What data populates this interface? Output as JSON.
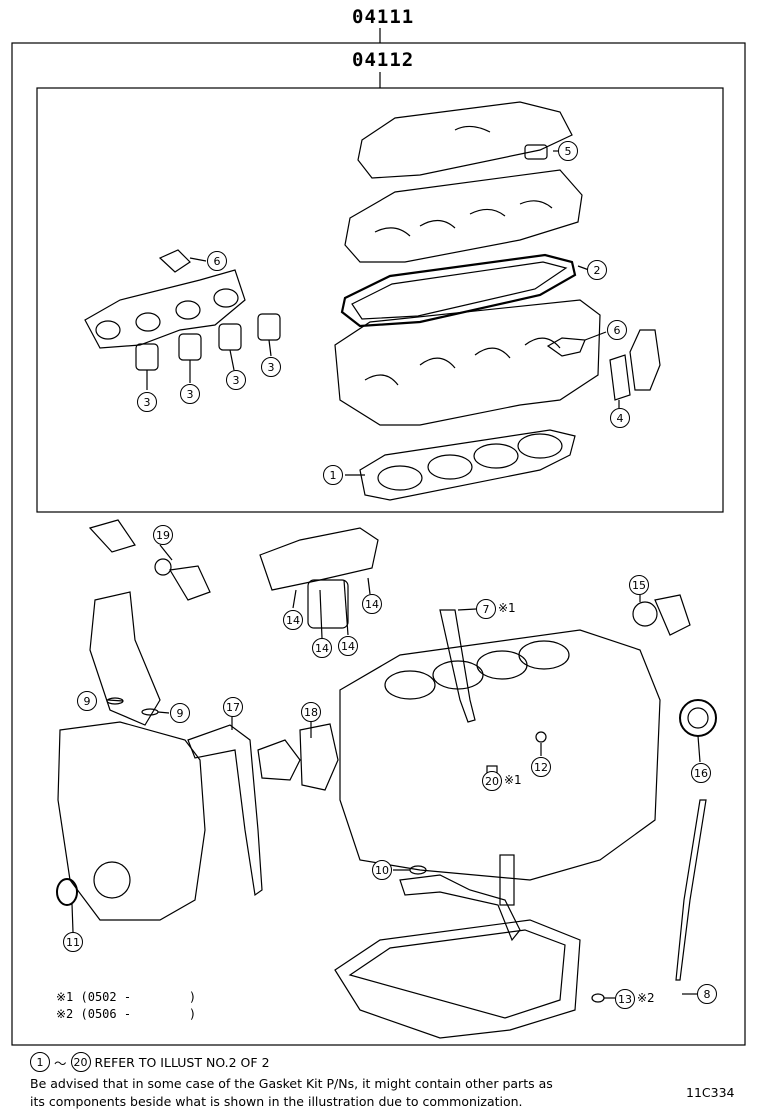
{
  "headers": {
    "outer_kit": "04111",
    "inner_kit": "04112"
  },
  "callouts": [
    {
      "label": "1"
    },
    {
      "label": "2"
    },
    {
      "label": "3"
    },
    {
      "label": "3"
    },
    {
      "label": "3"
    },
    {
      "label": "3"
    },
    {
      "label": "4"
    },
    {
      "label": "5"
    },
    {
      "label": "6"
    },
    {
      "label": "6"
    },
    {
      "label": "7",
      "mark": "※1"
    },
    {
      "label": "8"
    },
    {
      "label": "9"
    },
    {
      "label": "9"
    },
    {
      "label": "10"
    },
    {
      "label": "11"
    },
    {
      "label": "12"
    },
    {
      "label": "13",
      "mark": "※2"
    },
    {
      "label": "14"
    },
    {
      "label": "14"
    },
    {
      "label": "14"
    },
    {
      "label": "14"
    },
    {
      "label": "15"
    },
    {
      "label": "16"
    },
    {
      "label": "17"
    },
    {
      "label": "18"
    },
    {
      "label": "19"
    },
    {
      "label": "20",
      "mark": "※1"
    }
  ],
  "legend": {
    "mark1": "※1 (0502 -        )",
    "mark2": "※2 (0506 -        )"
  },
  "footer": {
    "range_start": "1",
    "range_sep": "～",
    "range_end": "20",
    "range_text": "REFER TO ILLUST NO.2 OF 2",
    "line1": "Be advised that in some case of the Gasket Kit P/Ns,  it might contain other parts as",
    "line2": "its components beside what is shown in the illustration due to commonization.",
    "code": "11C334"
  }
}
